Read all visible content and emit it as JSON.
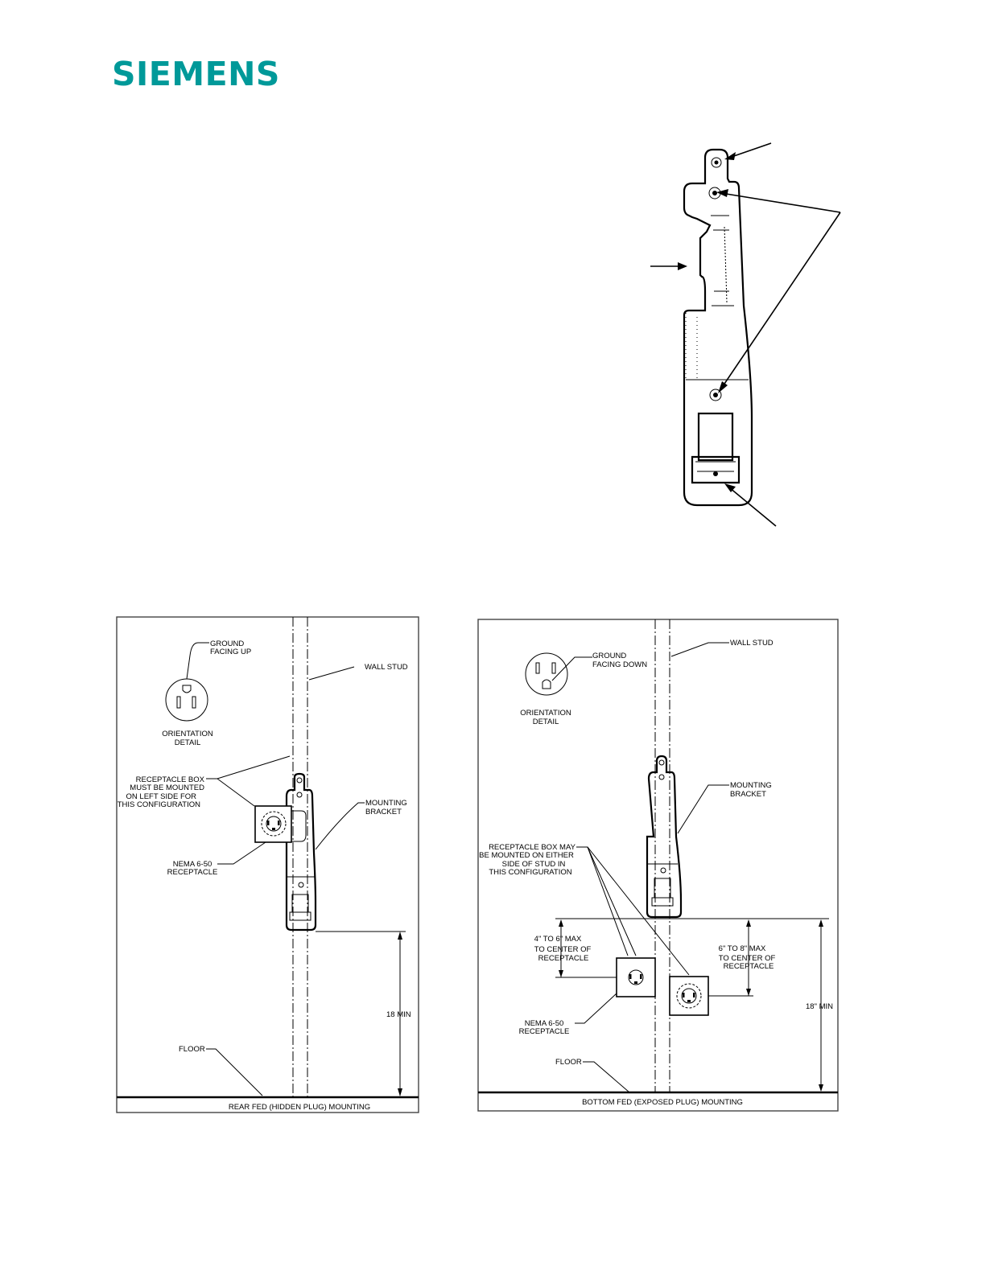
{
  "brand": {
    "logo_text": "SIEMENS",
    "color": "#009999"
  },
  "left_panel": {
    "caption": "REAR FED (HIDDEN PLUG) MOUNTING",
    "ground": [
      "GROUND",
      "FACING UP"
    ],
    "orientation": [
      "ORIENTATION",
      "DETAIL"
    ],
    "wall_stud": "WALL STUD",
    "receptacle_box_note": [
      "RECEPTACLE BOX",
      "MUST BE MOUNTED",
      "ON LEFT SIDE FOR",
      "THIS CONFIGURATION"
    ],
    "mounting_bracket": [
      "MOUNTING",
      "BRACKET"
    ],
    "nema": [
      "NEMA 6-50",
      "RECEPTACLE"
    ],
    "height": "18 MIN",
    "floor": "FLOOR"
  },
  "right_panel": {
    "caption": "BOTTOM FED (EXPOSED PLUG) MOUNTING",
    "ground": [
      "GROUND",
      "FACING DOWN"
    ],
    "orientation": [
      "ORIENTATION",
      "DETAIL"
    ],
    "wall_stud": "WALL STUD",
    "mounting_bracket": [
      "MOUNTING",
      "BRACKET"
    ],
    "receptacle_box_note": [
      "RECEPTACLE BOX MAY",
      "BE MOUNTED ON EITHER",
      "SIDE OF STUD IN",
      "THIS CONFIGURATION"
    ],
    "left_offset": [
      "4\" TO 6\" MAX",
      "TO CENTER OF",
      "RECEPTACLE"
    ],
    "right_offset": [
      "6\" TO 8\" MAX",
      "TO CENTER OF",
      "RECEPTACLE"
    ],
    "height": "18\" MIN",
    "nema": [
      "NEMA 6-50",
      "RECEPTACLE"
    ],
    "floor": "FLOOR"
  }
}
